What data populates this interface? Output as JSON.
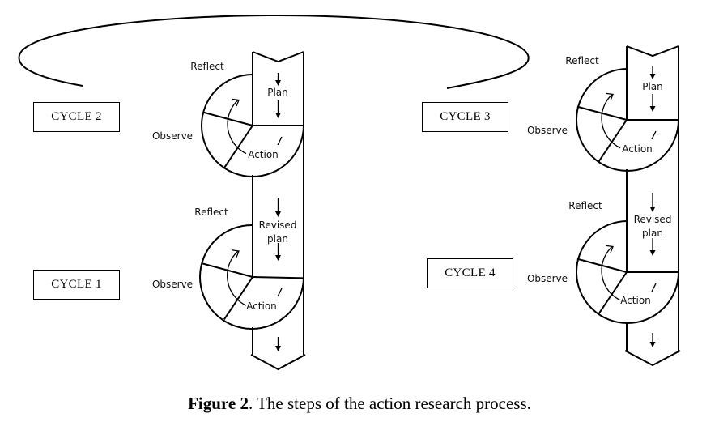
{
  "figure": {
    "caption_label": "Figure 2",
    "caption_text": ". The steps of the action research process."
  },
  "cycles": [
    {
      "id": "cycle-1",
      "label": "CYCLE 1",
      "plan_label": "Revised plan",
      "stage_labels": {
        "reflect": "Reflect",
        "observe": "Observe",
        "action": "Action"
      }
    },
    {
      "id": "cycle-2",
      "label": "CYCLE 2",
      "plan_label": "Plan",
      "stage_labels": {
        "reflect": "Reflect",
        "observe": "Observe",
        "action": "Action"
      }
    },
    {
      "id": "cycle-3",
      "label": "CYCLE 3",
      "plan_label": "Plan",
      "stage_labels": {
        "reflect": "Reflect",
        "observe": "Observe",
        "action": "Action"
      }
    },
    {
      "id": "cycle-4",
      "label": "CYCLE 4",
      "plan_label": "Revised plan",
      "stage_labels": {
        "reflect": "Reflect",
        "observe": "Observe",
        "action": "Action"
      }
    }
  ],
  "colors": {
    "ink": "#000000",
    "background": "#ffffff"
  }
}
